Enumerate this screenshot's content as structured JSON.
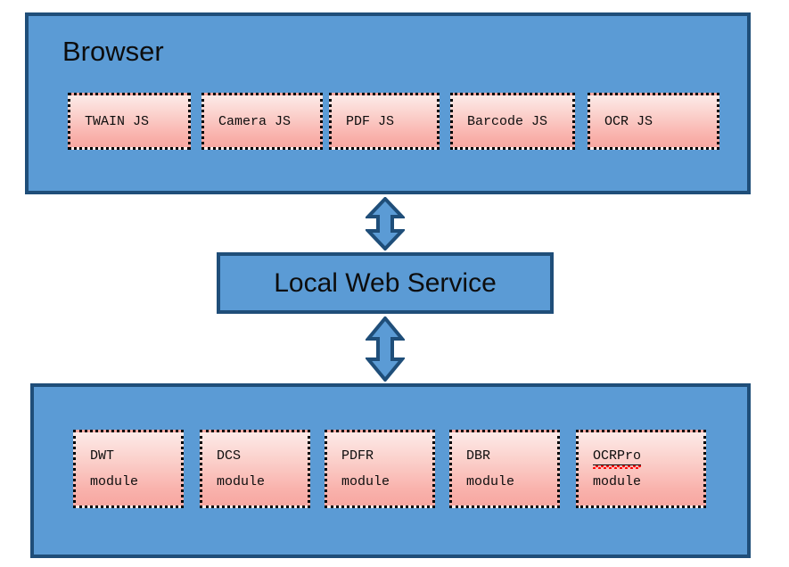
{
  "diagram": {
    "title_browser": "Browser",
    "service": {
      "label": "Local Web Service"
    },
    "browser_modules": [
      {
        "label": "TWAIN JS"
      },
      {
        "label": "Camera JS"
      },
      {
        "label": "PDF JS"
      },
      {
        "label": "Barcode JS"
      },
      {
        "label": "OCR JS"
      }
    ],
    "native_modules": [
      {
        "name": "DWT",
        "kind": "module",
        "misspelled": false
      },
      {
        "name": "DCS",
        "kind": "module",
        "misspelled": false
      },
      {
        "name": "PDFR",
        "kind": "module",
        "misspelled": false
      },
      {
        "name": "DBR",
        "kind": "module",
        "misspelled": false
      },
      {
        "name": "OCRPro",
        "kind": "module",
        "misspelled": true
      }
    ],
    "connectors": [
      {
        "name": "browser-to-service",
        "type": "double-headed-arrow"
      },
      {
        "name": "service-to-modules",
        "type": "double-headed-arrow"
      }
    ],
    "colors": {
      "layer_fill": "#5B9BD5",
      "layer_border": "#1F4E79",
      "chip_fill_top": "#FDEAE8",
      "chip_fill_bottom": "#F7A7A1",
      "chip_border": "#000000",
      "arrow_fill": "#5B9BD5",
      "arrow_border": "#1F4E79",
      "spellcheck": "#FF0000",
      "text": "#0D0D0D"
    }
  }
}
